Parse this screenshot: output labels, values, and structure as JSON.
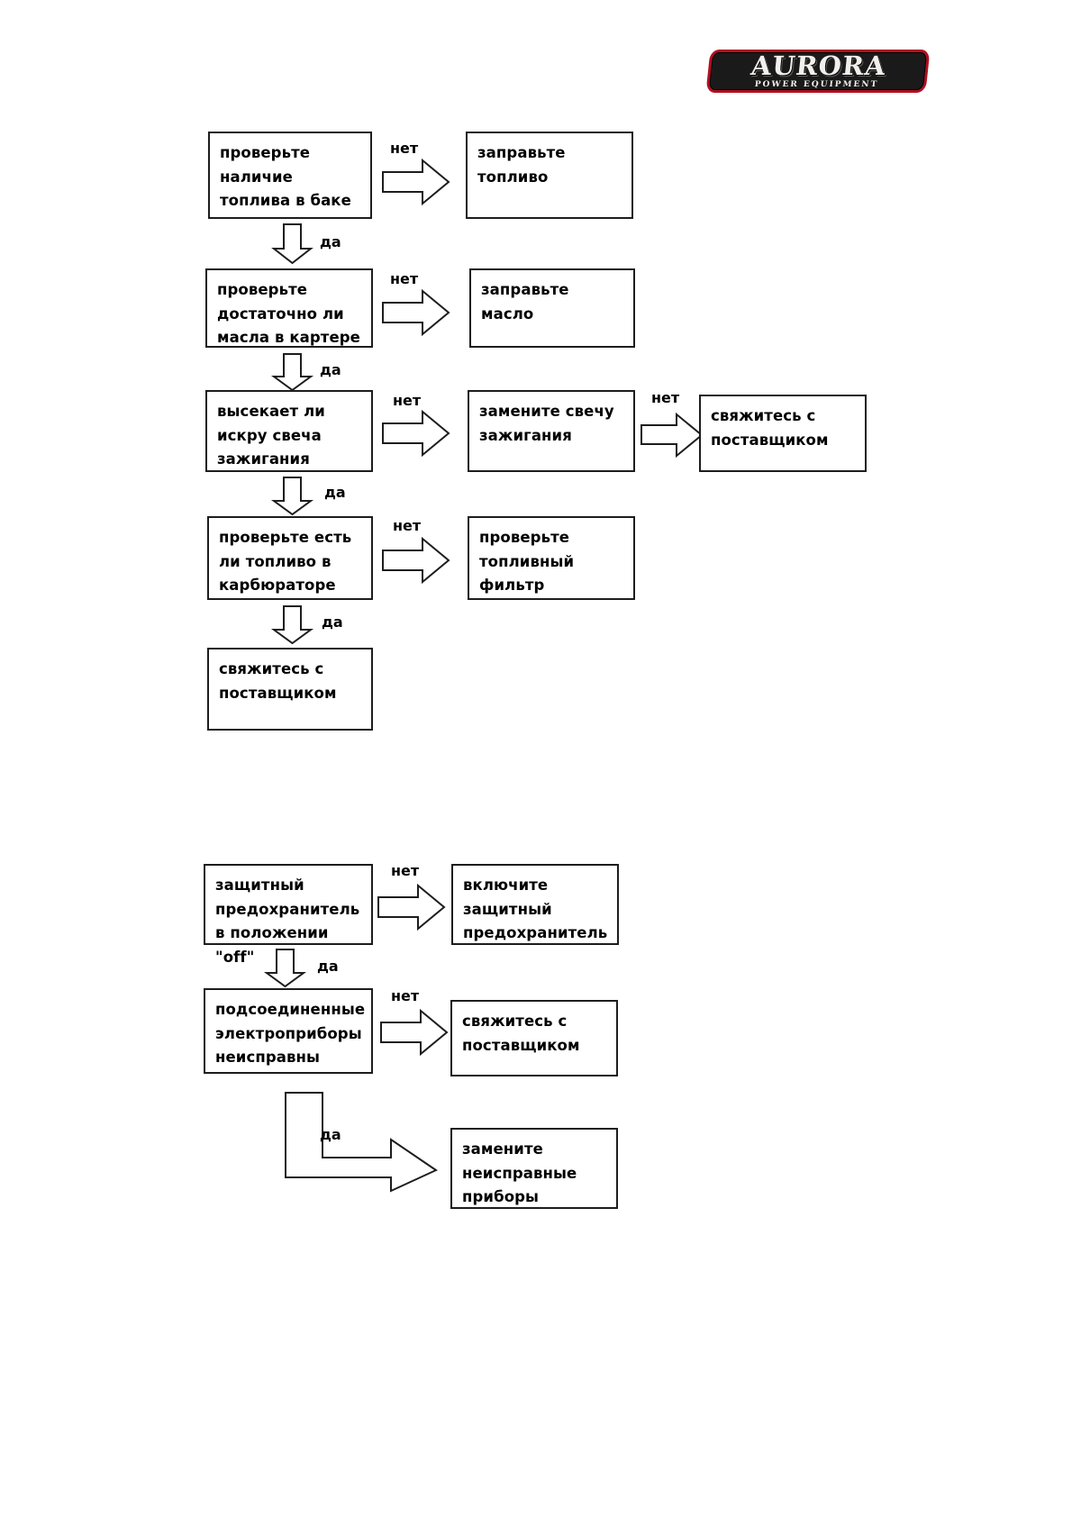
{
  "logo": {
    "name": "aurora-logo",
    "main_text": "AURORA",
    "sub_text": "POWER EQUIPMENT",
    "plate_color": "#1a1a1a",
    "border_color": "#b01020",
    "text_color": "#f2f0ec"
  },
  "labels": {
    "yes": "да",
    "no": "нет"
  },
  "flowchart_engine": {
    "nodes": {
      "check_fuel_tank": "проверьте наличие топлива в баке",
      "add_fuel": "заправьте топливо",
      "check_oil_crankcase": "проверьте достаточно ли масла в картере",
      "add_oil": "заправьте масло",
      "check_spark_plug": "высекает ли искру свеча зажигания",
      "replace_spark_plug": "замените свечу зажигания",
      "contact_supplier_spark": "свяжитесь с поставщиком",
      "check_fuel_carburetor": "проверьте есть ли топливо в карбюраторе",
      "check_fuel_filter": "проверьте топливный фильтр",
      "contact_supplier_end": "свяжитесь с поставщиком"
    },
    "edges": [
      {
        "from": "check_fuel_tank",
        "to": "add_fuel",
        "label": "нет"
      },
      {
        "from": "check_fuel_tank",
        "to": "check_oil_crankcase",
        "label": "да"
      },
      {
        "from": "check_oil_crankcase",
        "to": "add_oil",
        "label": "нет"
      },
      {
        "from": "check_oil_crankcase",
        "to": "check_spark_plug",
        "label": "да"
      },
      {
        "from": "check_spark_plug",
        "to": "replace_spark_plug",
        "label": "нет"
      },
      {
        "from": "replace_spark_plug",
        "to": "contact_supplier_spark",
        "label": "нет"
      },
      {
        "from": "check_spark_plug",
        "to": "check_fuel_carburetor",
        "label": "да"
      },
      {
        "from": "check_fuel_carburetor",
        "to": "check_fuel_filter",
        "label": "нет"
      },
      {
        "from": "check_fuel_carburetor",
        "to": "contact_supplier_end",
        "label": "да"
      }
    ]
  },
  "flowchart_electrical": {
    "nodes": {
      "breaker_off": "защитный предохранитель в положении \"off\"",
      "turn_on_breaker": "включите защитный предохранитель",
      "appliances_faulty": "подсоединенные электроприборы неисправны",
      "contact_supplier": "свяжитесь с поставщиком",
      "replace_appliances": "замените неисправные приборы"
    },
    "edges": [
      {
        "from": "breaker_off",
        "to": "turn_on_breaker",
        "label": "нет"
      },
      {
        "from": "breaker_off",
        "to": "appliances_faulty",
        "label": "да"
      },
      {
        "from": "appliances_faulty",
        "to": "contact_supplier",
        "label": "нет"
      },
      {
        "from": "appliances_faulty",
        "to": "replace_appliances",
        "label": "да"
      }
    ]
  }
}
